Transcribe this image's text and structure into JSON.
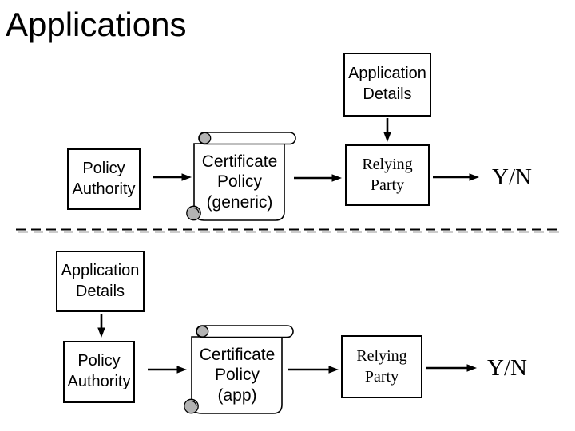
{
  "title": "Applications",
  "colors": {
    "ink": "#000000",
    "background": "#ffffff",
    "scroll_curl_gray": "#b3b3b3",
    "divider_shadow_gray": "#cccccc"
  },
  "divider": {
    "style": "dashed-horizontal"
  },
  "rows": {
    "generic": {
      "app_details": [
        "Application",
        "Details"
      ],
      "policy_authority": [
        "Policy",
        "Authority"
      ],
      "certificate_policy": [
        "Certificate",
        "Policy",
        "(generic)"
      ],
      "relying_party": [
        "Relying",
        "Party"
      ],
      "outcome": "Y/N"
    },
    "app": {
      "app_details": [
        "Application",
        "Details"
      ],
      "policy_authority": [
        "Policy",
        "Authority"
      ],
      "certificate_policy": [
        "Certificate",
        "Policy",
        "(app)"
      ],
      "relying_party": [
        "Relying",
        "Party"
      ],
      "outcome": "Y/N"
    }
  }
}
